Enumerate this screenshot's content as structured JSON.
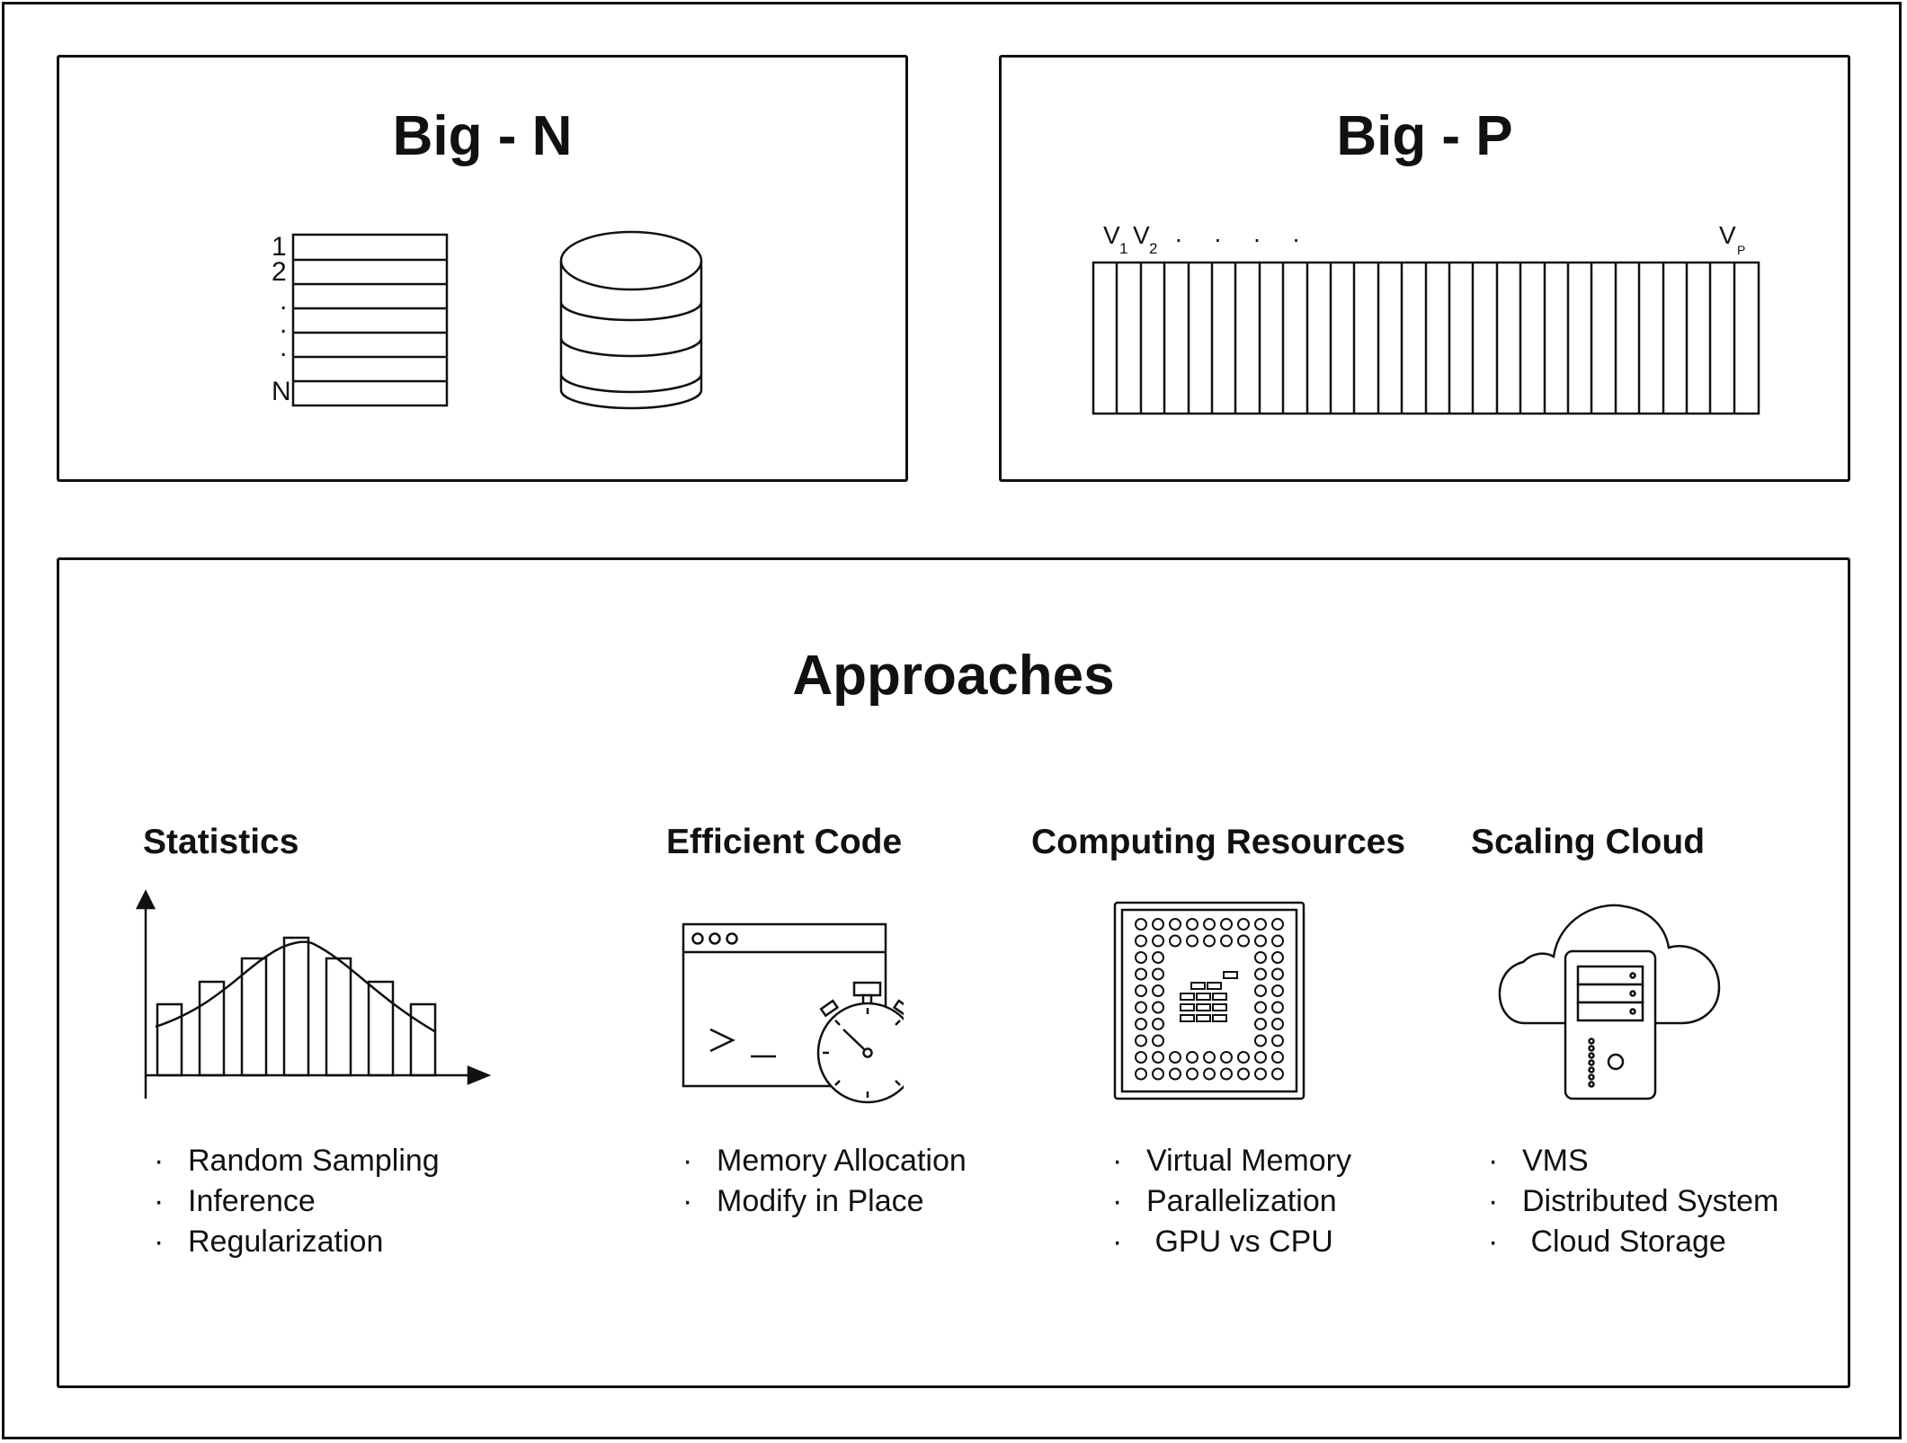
{
  "panels": {
    "big_n": {
      "title": "Big - N",
      "row_labels": [
        "1",
        "2",
        ".",
        ".",
        ".",
        "N"
      ]
    },
    "big_p": {
      "title": "Big - P",
      "var_first": "V",
      "var_first_sub": "1",
      "var_second": "V",
      "var_second_sub": "2",
      "var_dots": ". . . .",
      "var_last": "V",
      "var_last_sub": "P"
    },
    "approaches": {
      "title": "Approaches",
      "columns": [
        {
          "title": "Statistics",
          "icon": "histogram-bell-curve-icon",
          "items": [
            "Random Sampling",
            "Inference",
            "Regularization"
          ]
        },
        {
          "title": "Efficient Code",
          "icon": "terminal-stopwatch-icon",
          "terminal_prompt": ">_",
          "items": [
            "Memory Allocation",
            "Modify in Place"
          ]
        },
        {
          "title": "Computing Resources",
          "icon": "cpu-chip-icon",
          "items": [
            "Virtual Memory",
            "Parallelization",
            " GPU vs CPU"
          ]
        },
        {
          "title": "Scaling Cloud",
          "icon": "cloud-server-icon",
          "items": [
            "VMS",
            "Distributed System",
            " Cloud Storage"
          ]
        }
      ]
    }
  }
}
